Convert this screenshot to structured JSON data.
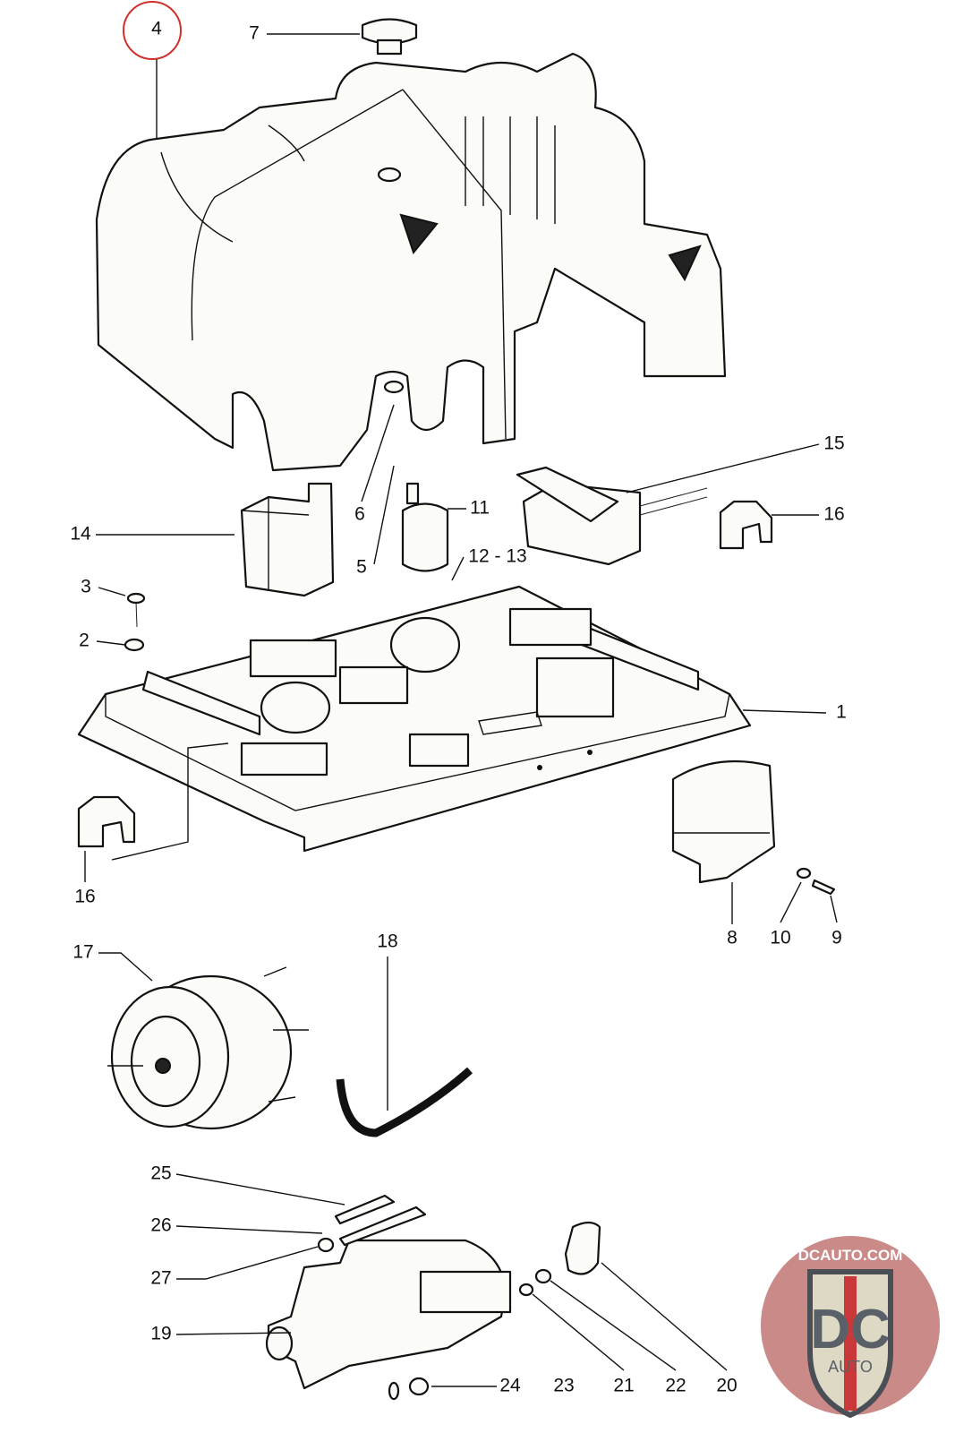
{
  "diagram": {
    "callouts": [
      {
        "id": "4",
        "highlighted": true
      },
      {
        "id": "7"
      },
      {
        "id": "15"
      },
      {
        "id": "16"
      },
      {
        "id": "6"
      },
      {
        "id": "11"
      },
      {
        "id": "14"
      },
      {
        "id": "5"
      },
      {
        "id": "12 - 13"
      },
      {
        "id": "3"
      },
      {
        "id": "2"
      },
      {
        "id": "1"
      },
      {
        "id": "16"
      },
      {
        "id": "8"
      },
      {
        "id": "10"
      },
      {
        "id": "9"
      },
      {
        "id": "17"
      },
      {
        "id": "18"
      },
      {
        "id": "25"
      },
      {
        "id": "26"
      },
      {
        "id": "27"
      },
      {
        "id": "19"
      },
      {
        "id": "24"
      },
      {
        "id": "23"
      },
      {
        "id": "21"
      },
      {
        "id": "22"
      },
      {
        "id": "20"
      }
    ],
    "highlight_color": "#d0312d"
  },
  "logo": {
    "text_top": "DCAUTO.COM",
    "text_main": "DC",
    "text_sub": "AUTO",
    "colors": {
      "badge_bg": "#c98a88",
      "shield": "#ddd9c4",
      "letters": "#5a6068",
      "stripe": "#c9393a"
    }
  }
}
